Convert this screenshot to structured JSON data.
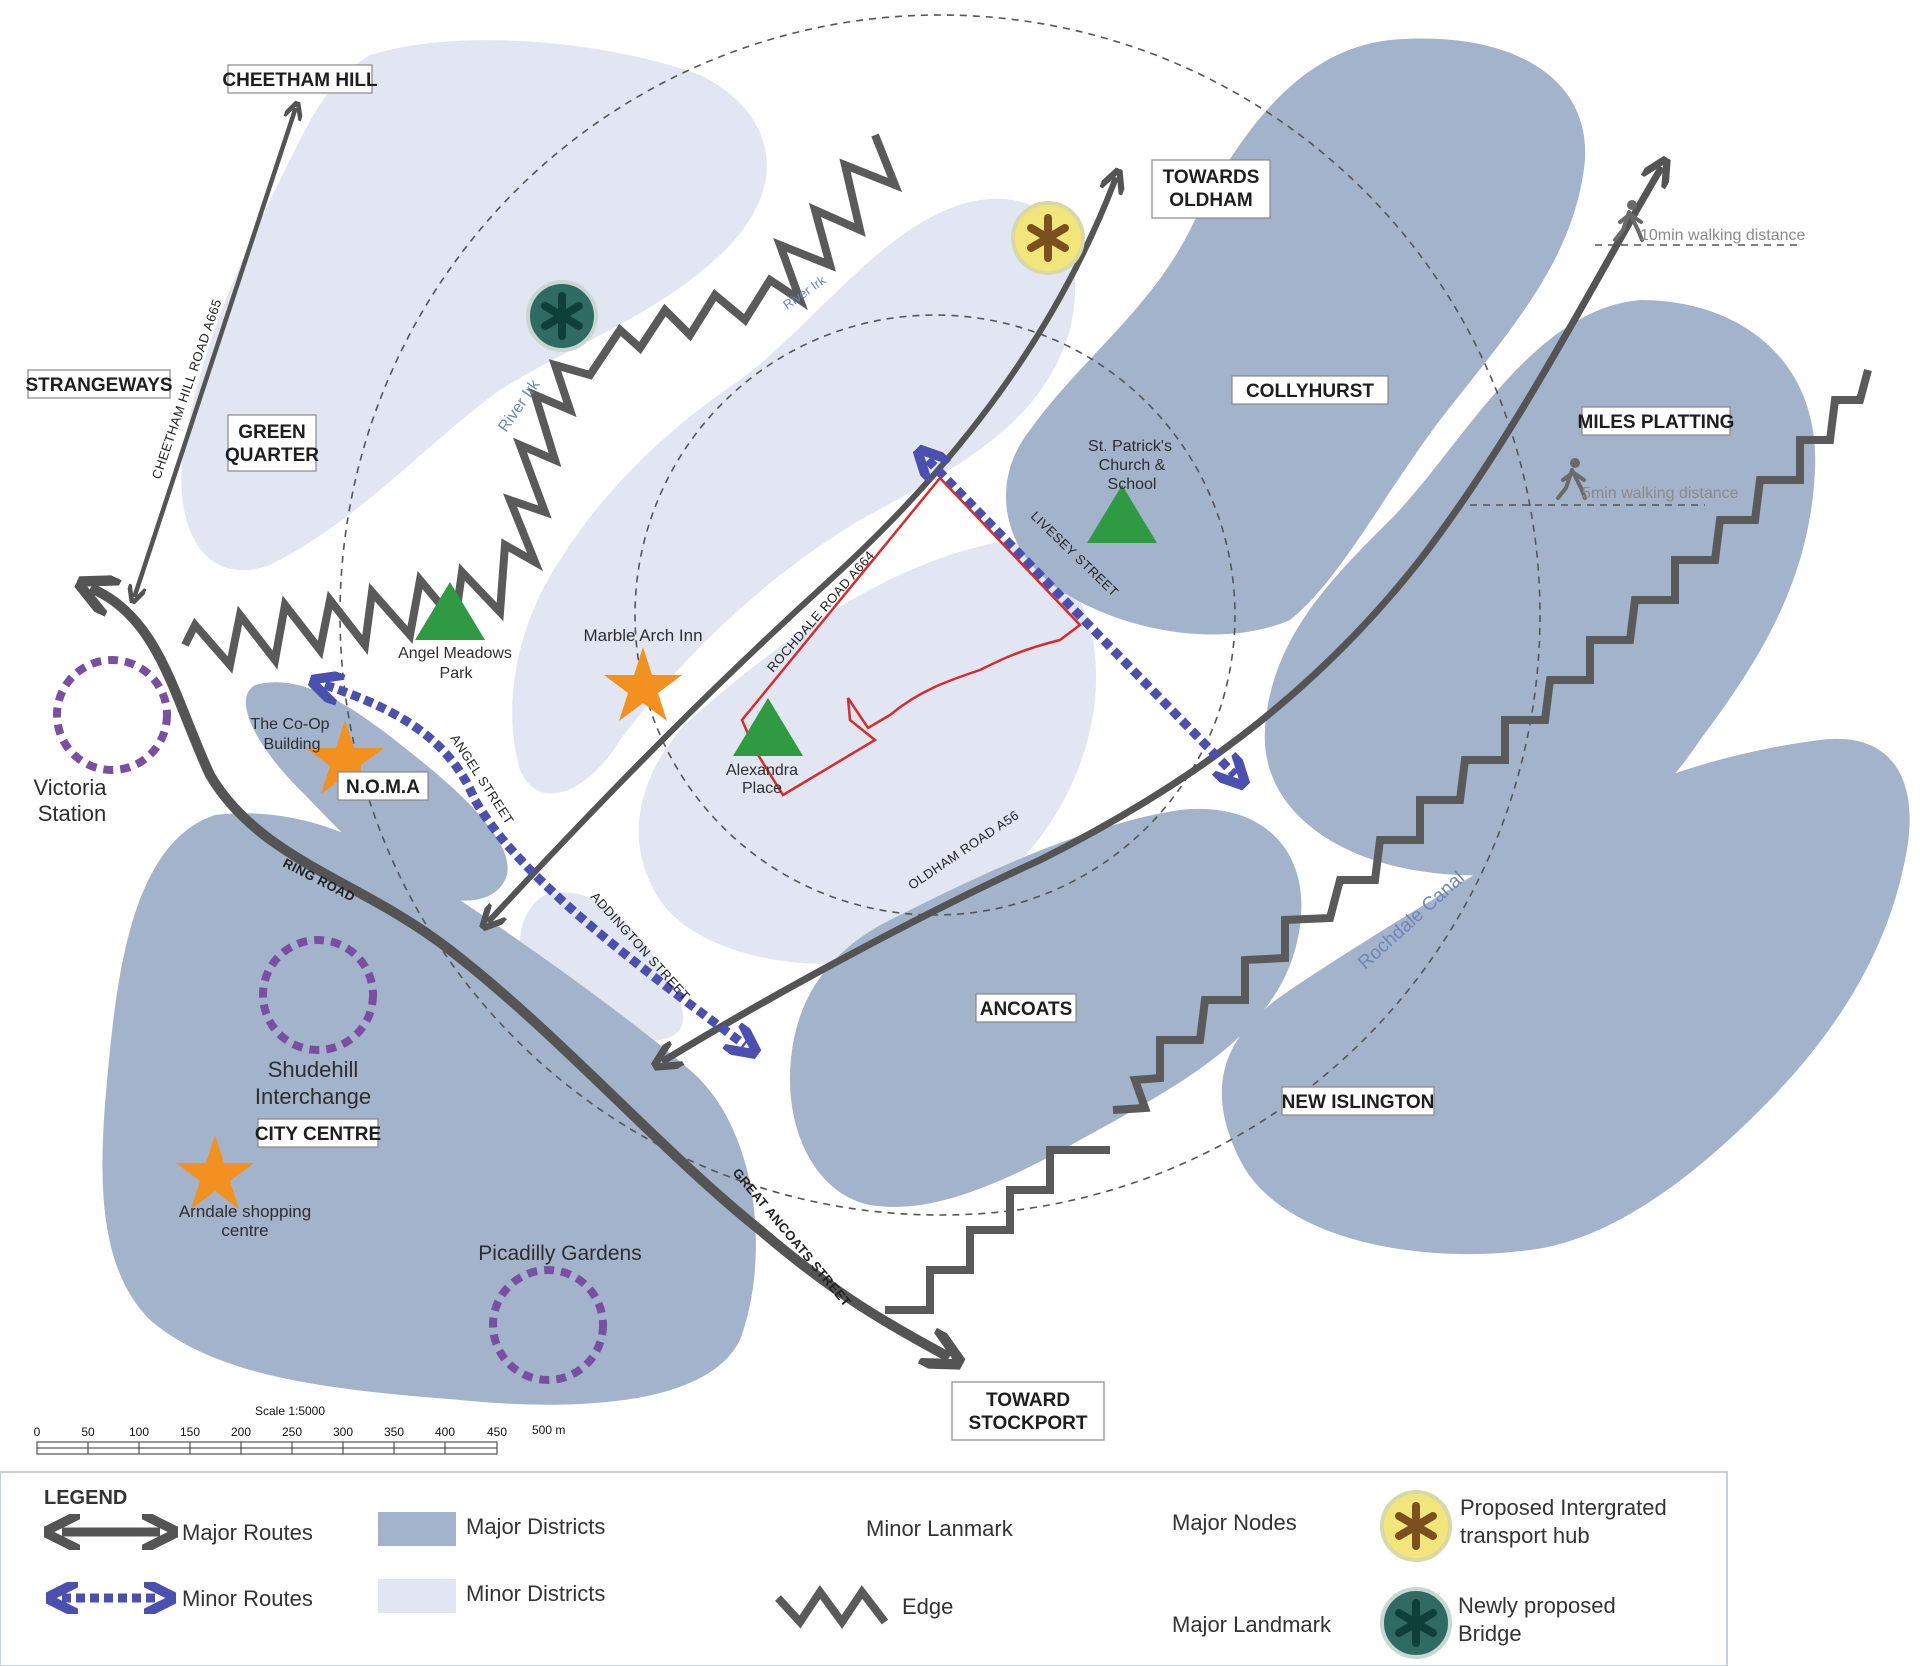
{
  "district_labels": {
    "cheetham_hill": "CHEETHAM HILL",
    "strangeways": "STRANGEWAYS",
    "green_quarter_1": "GREEN",
    "green_quarter_2": "QUARTER",
    "towards_oldham_1": "TOWARDS",
    "towards_oldham_2": "OLDHAM",
    "collyhurst": "COLLYHURST",
    "miles_platting": "MILES PLATTING",
    "noma": "N.O.M.A",
    "ancoats": "ANCOATS",
    "new_islington": "NEW ISLINGTON",
    "city_centre": "CITY CENTRE",
    "toward_stockport_1": "TOWARD",
    "toward_stockport_2": "STOCKPORT"
  },
  "road_labels": {
    "cheetham_hill_road": "CHEETHAM HILL ROAD  A665",
    "rochdale_road": "ROCHDALE ROAD   A664",
    "livesey_street": "LIVESEY STREET",
    "angel_street": "ANGEL STREET",
    "addington_street": "ADDINGTON STREET",
    "oldham_road": "OLDHAM ROAD  A56",
    "ring_road": "RING ROAD",
    "great_ancoats_street": "GREAT  ANCOATS STREET",
    "river_irk_1": "River Irk",
    "river_irk_2": "River Irk",
    "rochdale_canal": "Rochdale Canal"
  },
  "place_labels": {
    "victoria_1": "Victoria",
    "victoria_2": "Station",
    "coop_1": "The Co-Op",
    "coop_2": "Building",
    "angel_meadows_1": "Angel Meadows",
    "angel_meadows_2": "Park",
    "marble_arch": "Marble Arch Inn",
    "alexandra_1": "Alexandra",
    "alexandra_2": "Place",
    "st_patricks_1": "St. Patrick's",
    "st_patricks_2": "Church &",
    "st_patricks_3": "School",
    "shudehill_1": "Shudehill",
    "shudehill_2": "Interchange",
    "arndale_1": "Arndale shopping",
    "arndale_2": "centre",
    "picadilly": "Picadilly Gardens",
    "walk_10": "10min walking distance",
    "walk_5": "5min walking distance"
  },
  "scale": {
    "title": "Scale 1:5000",
    "ticks": [
      "0",
      "50",
      "100",
      "150",
      "200",
      "250",
      "300",
      "350",
      "400",
      "450"
    ],
    "end": "500 m"
  },
  "legend": {
    "title": "LEGEND",
    "major_routes": "Major Routes",
    "minor_routes": "Minor Routes",
    "major_districts": "Major Districts",
    "minor_districts": "Minor Districts",
    "minor_landmark": "Minor Lanmark",
    "edge": "Edge",
    "major_nodes": "Major Nodes",
    "major_landmark": "Major Landmark",
    "hub_1": "Proposed Intergrated",
    "hub_2": "transport hub",
    "bridge_1": "Newly proposed",
    "bridge_2": "Bridge"
  },
  "colors": {
    "major_district": "#a3b3cb",
    "minor_district": "#e1e6f2",
    "route_major": "#545454",
    "route_minor": "#4b4fb0",
    "landmark_minor": "#2e9a42",
    "landmark_major": "#f2911f",
    "node": "#7a4fa3",
    "site_boundary": "#d92b2b",
    "hub_fill": "#f2e67a",
    "hub_star": "#7b4f1e",
    "bridge_fill": "#2f6b63",
    "bridge_star": "#0f3f39"
  }
}
